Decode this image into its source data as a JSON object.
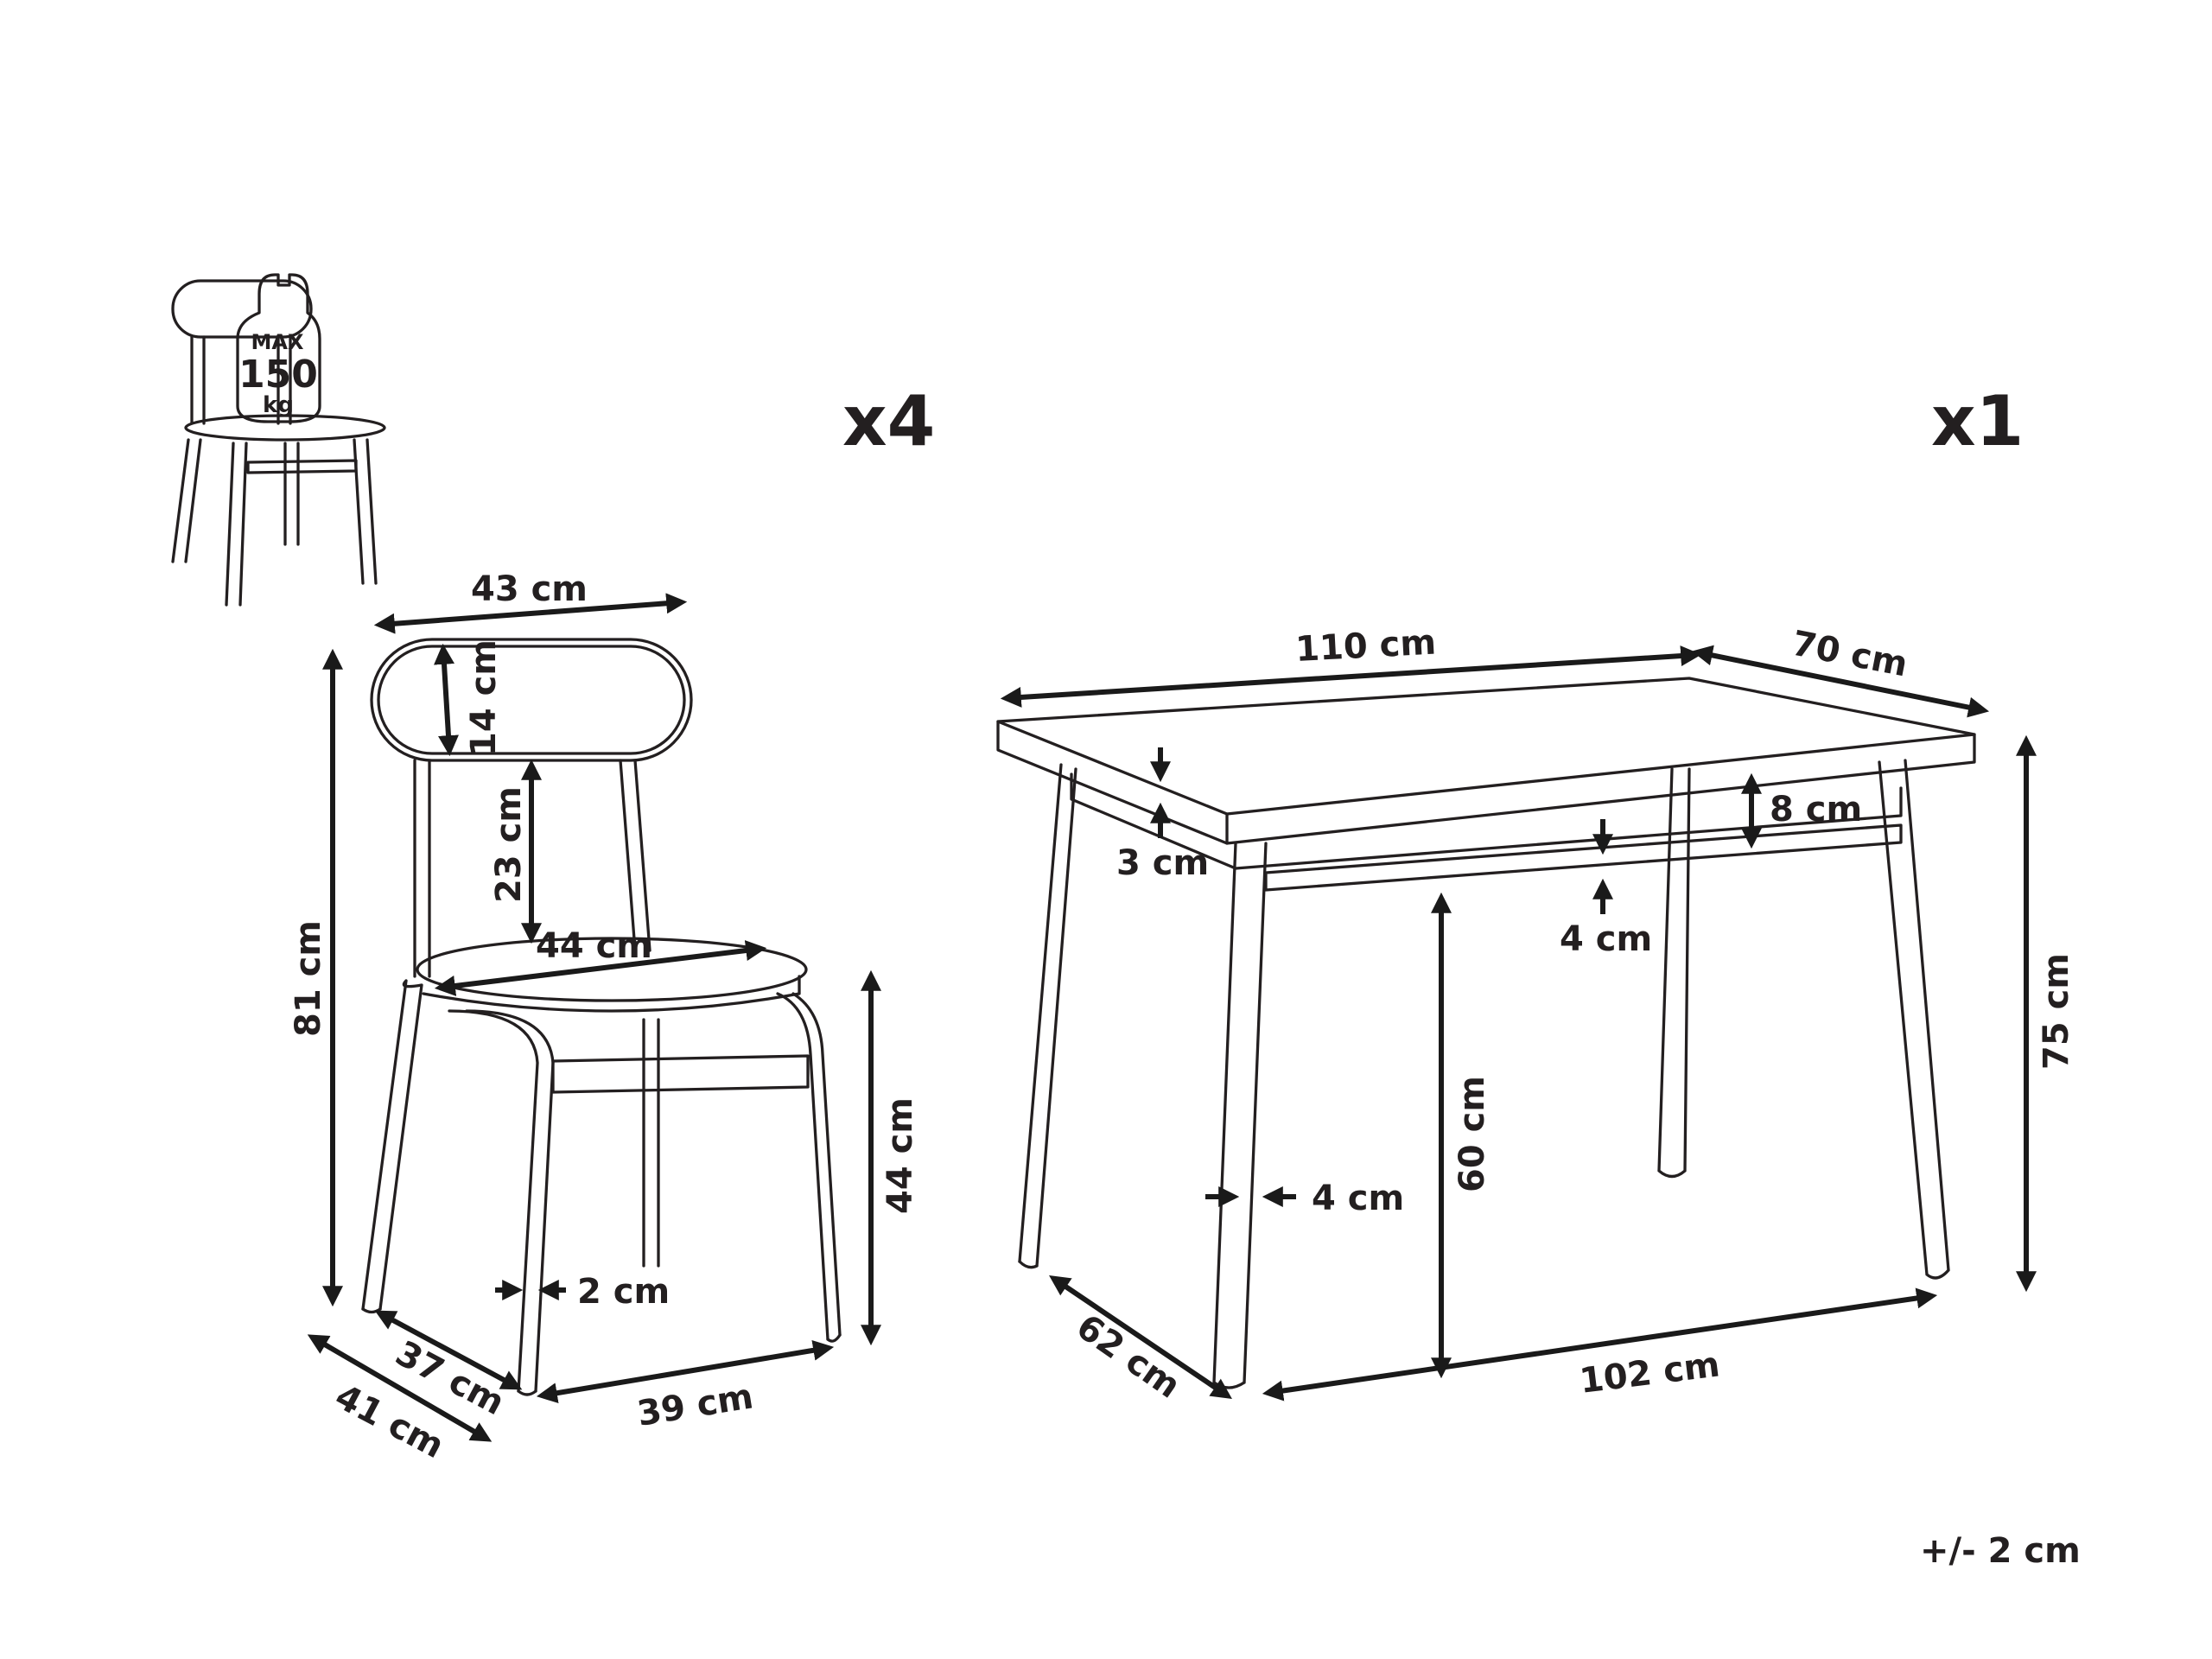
{
  "counts": {
    "chairs": "x4",
    "table": "x1"
  },
  "load_badge": {
    "max": "MAX",
    "value": "150",
    "unit": "kg"
  },
  "tolerance": "+/- 2 cm",
  "chair": {
    "width": "43 cm",
    "backrest_height": "14 cm",
    "back_gap": "23 cm",
    "total_height": "81 cm",
    "seat_diameter": "44 cm",
    "seat_height": "44 cm",
    "leg_thickness": "2 cm",
    "depth_inner": "37 cm",
    "depth_outer": "41 cm",
    "front_width": "39 cm"
  },
  "table": {
    "length": "110 cm",
    "width": "70 cm",
    "top_thickness": "3 cm",
    "apron_height": "8 cm",
    "rail_height": "4 cm",
    "height": "75 cm",
    "clearance": "60 cm",
    "leg_thickness": "4 cm",
    "leg_depth": "62 cm",
    "leg_span": "102 cm"
  },
  "colors": {
    "ink": "#231f20",
    "background": "#ffffff"
  }
}
